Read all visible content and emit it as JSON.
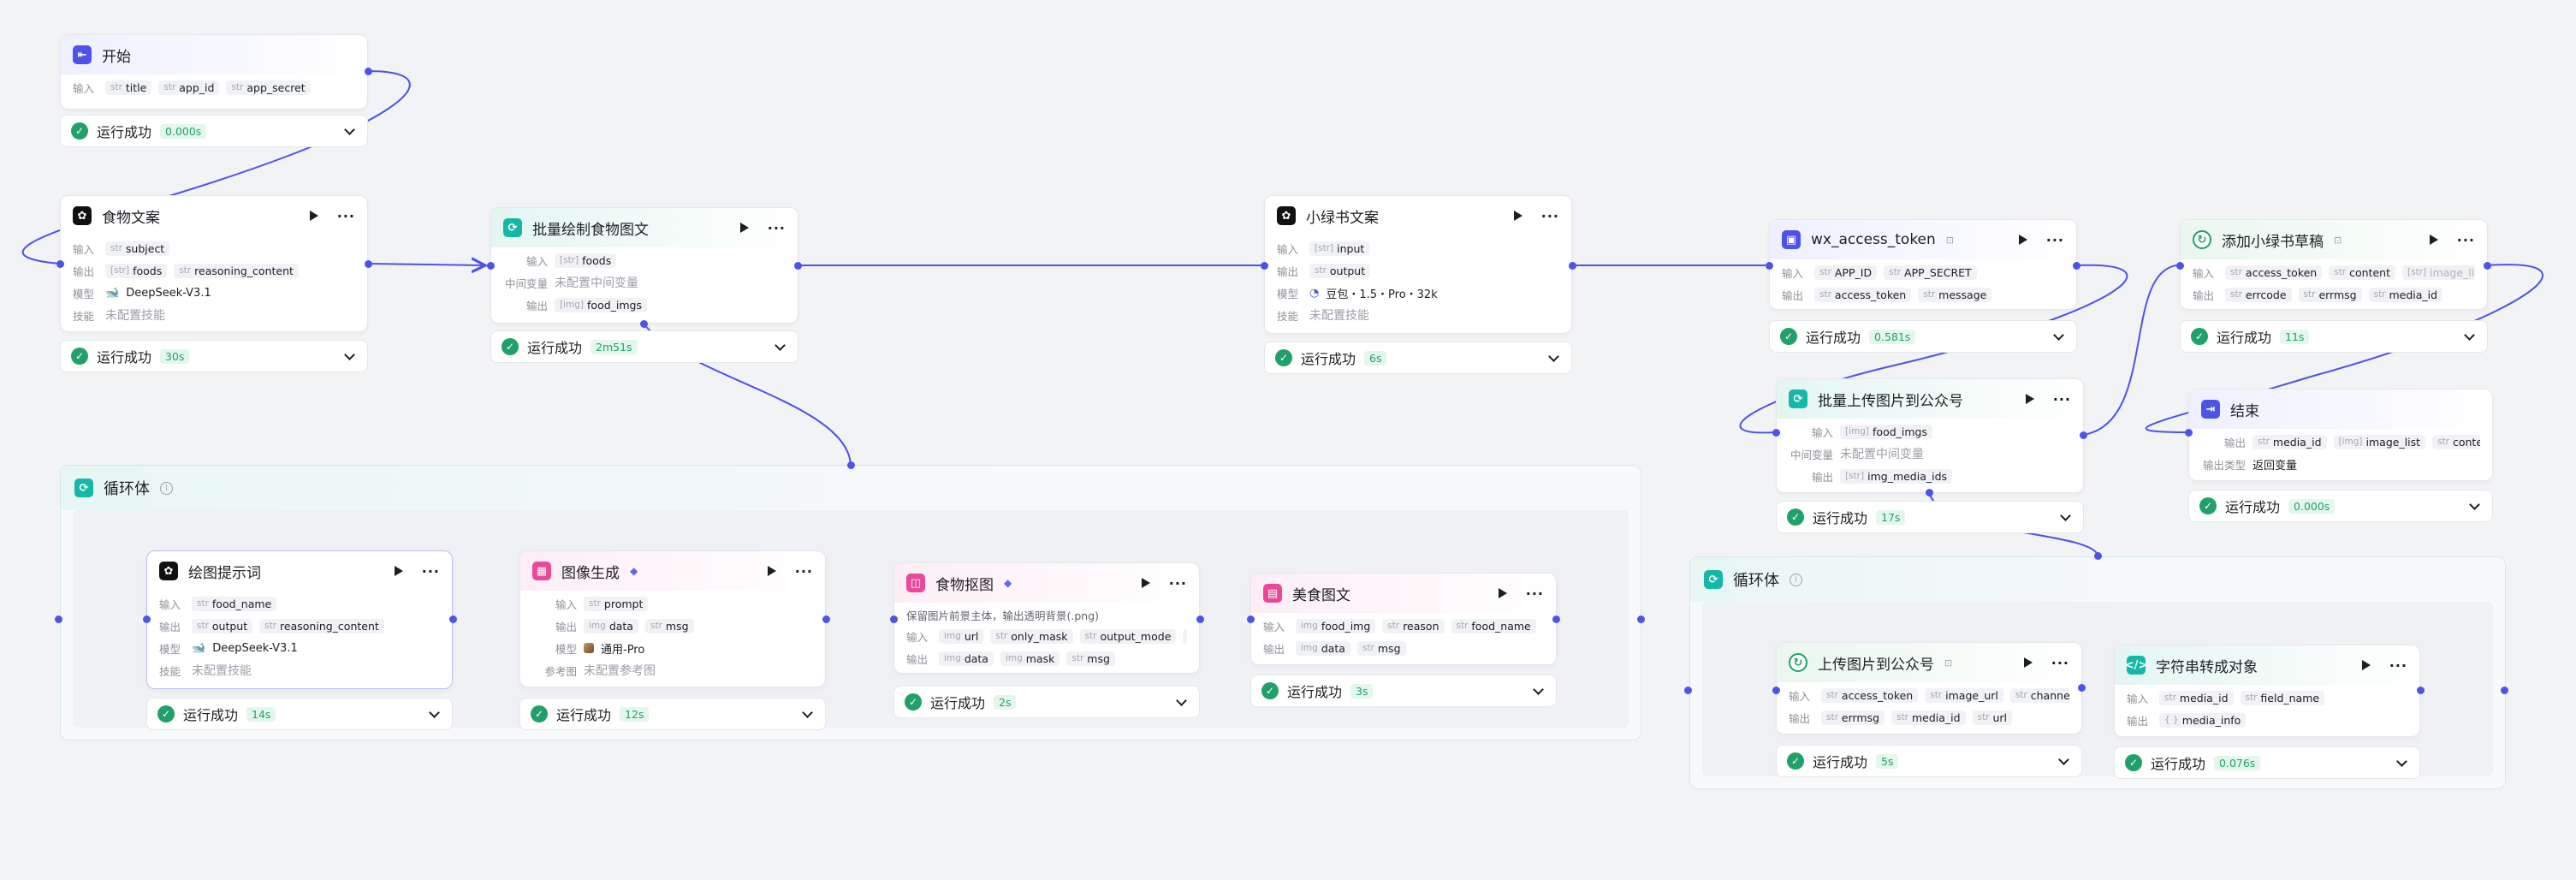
{
  "labels": {
    "input": "输入",
    "output": "输出",
    "model": "模型",
    "skill": "技能",
    "mid_var": "中间变量",
    "ref_img": "参考图",
    "out_type": "输出类型",
    "status_ok": "运行成功",
    "more": "···",
    "no_skill": "未配置技能",
    "no_mid_var": "未配置中间变量",
    "no_ref": "未配置参考图",
    "return_var": "返回变量"
  },
  "type_tags": {
    "str": "str",
    "list_str": "[str]",
    "list_img": "[img]",
    "obj": "{ }",
    "img": "img"
  },
  "colors": {
    "accent": "#4d53e8",
    "success": "#22a06b",
    "canvas": "#f2f3f5"
  },
  "nodes": {
    "start": {
      "title": "开始",
      "icon": "start-icon",
      "inputs": [
        "title",
        "app_id",
        "app_secret"
      ],
      "time": "0.000s"
    },
    "food_copy": {
      "title": "食物文案",
      "icon": "llm-icon",
      "inputs": [
        "subject"
      ],
      "outputs": [
        "foods",
        "reasoning_content"
      ],
      "model": "DeepSeek-V3.1",
      "time": "30s"
    },
    "batch_draw": {
      "title": "批量绘制食物图文",
      "icon": "batch-icon",
      "inputs": [
        "foods"
      ],
      "outputs": [
        "food_imgs"
      ],
      "time": "2m51s"
    },
    "xhs_copy": {
      "title": "小绿书文案",
      "icon": "llm-icon",
      "inputs": [
        "input"
      ],
      "outputs": [
        "output"
      ],
      "model": "豆包・1.5・Pro・32k",
      "time": "6s"
    },
    "wx_token": {
      "title": "wx_access_token",
      "icon": "plugin-icon",
      "inputs": [
        "APP_ID",
        "APP_SECRET"
      ],
      "outputs": [
        "access_token",
        "message"
      ],
      "time": "0.581s"
    },
    "add_draft": {
      "title": "添加小绿书草稿",
      "icon": "wechat-icon",
      "inputs": [
        "access_token",
        "content",
        "image_li"
      ],
      "outputs": [
        "errcode",
        "errmsg",
        "media_id"
      ],
      "time": "11s"
    },
    "batch_upload": {
      "title": "批量上传图片到公众号",
      "icon": "batch-icon",
      "inputs": [
        "food_imgs"
      ],
      "outputs": [
        "img_media_ids"
      ],
      "time": "17s"
    },
    "end": {
      "title": "结束",
      "icon": "end-icon",
      "outputs": [
        "media_id",
        "image_list",
        "content"
      ],
      "time": "0.000s"
    },
    "draw_prompt": {
      "title": "绘图提示词",
      "icon": "llm-icon",
      "inputs": [
        "food_name"
      ],
      "outputs": [
        "output",
        "reasoning_content"
      ],
      "model": "DeepSeek-V3.1",
      "time": "14s"
    },
    "img_gen": {
      "title": "图像生成",
      "icon": "image-gen-icon",
      "inputs": [
        "prompt"
      ],
      "outputs": [
        "data",
        "msg"
      ],
      "model": "通用-Pro",
      "time": "12s"
    },
    "food_cutout": {
      "title": "食物抠图",
      "icon": "cutout-icon",
      "desc": "保留图片前景主体，输出透明背景(.png)",
      "inputs": [
        "url",
        "only_mask",
        "output_mode"
      ],
      "outputs": [
        "data",
        "mask",
        "msg"
      ],
      "time": "2s"
    },
    "food_poster": {
      "title": "美食图文",
      "icon": "poster-icon",
      "inputs": [
        "food_img",
        "reason",
        "food_name"
      ],
      "outputs": [
        "data",
        "msg"
      ],
      "time": "3s"
    },
    "upload_wx": {
      "title": "上传图片到公众号",
      "icon": "wechat-icon",
      "inputs": [
        "access_token",
        "image_url",
        "channel"
      ],
      "outputs": [
        "errmsg",
        "media_id",
        "url"
      ],
      "time": "5s"
    },
    "str_to_obj": {
      "title": "字符串转成对象",
      "icon": "code-icon",
      "inputs": [
        "media_id",
        "field_name"
      ],
      "outputs": [
        "media_info"
      ],
      "time": "0.076s"
    }
  },
  "loops": {
    "loop1": {
      "title": "循环体"
    },
    "loop2": {
      "title": "循环体"
    }
  }
}
